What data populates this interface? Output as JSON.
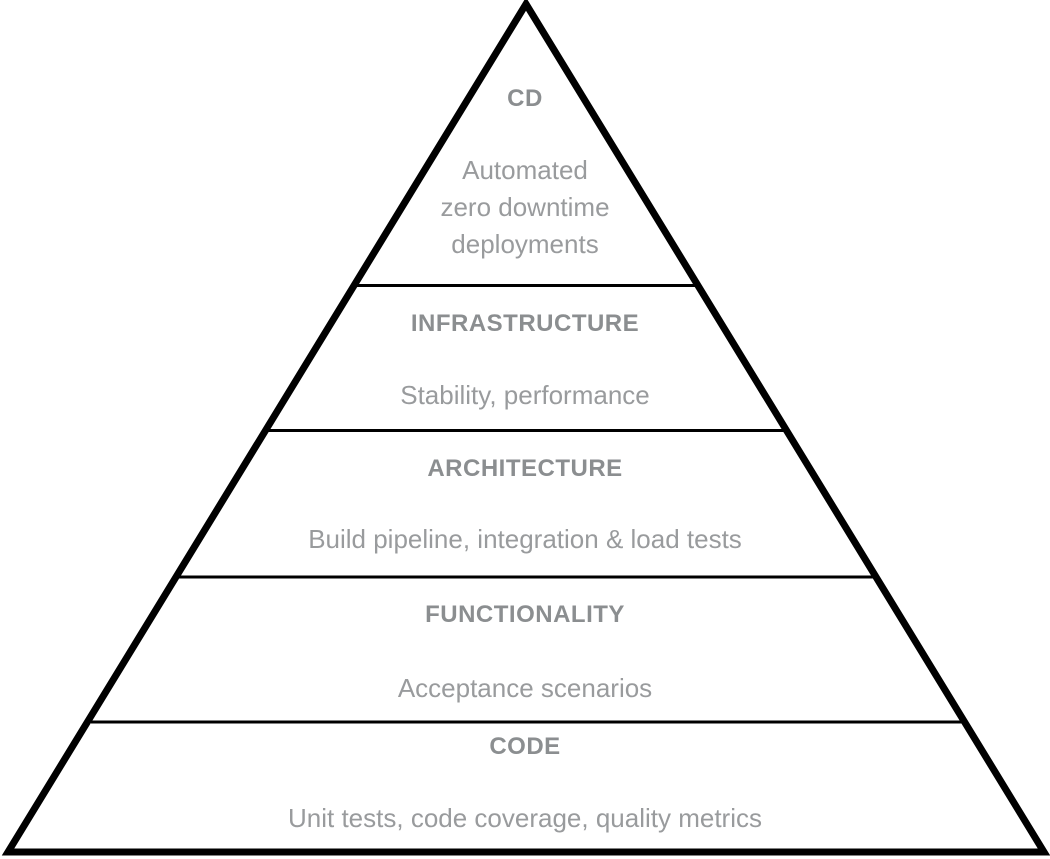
{
  "diagram": {
    "type": "pyramid",
    "levels": [
      {
        "id": "cd",
        "title": "CD",
        "subtitle": "Automated\nzero downtime\ndeployments"
      },
      {
        "id": "infrastructure",
        "title": "INFRASTRUCTURE",
        "subtitle": "Stability, performance"
      },
      {
        "id": "architecture",
        "title": "ARCHITECTURE",
        "subtitle": "Build pipeline, integration & load tests"
      },
      {
        "id": "functionality",
        "title": "FUNCTIONALITY",
        "subtitle": "Acceptance scenarios"
      },
      {
        "id": "code",
        "title": "CODE",
        "subtitle": "Unit tests, code coverage, quality metrics"
      }
    ],
    "colors": {
      "outline": "#000000",
      "divider": "#000000",
      "title_text": "#8b8e90",
      "subtitle_text": "#999b9d",
      "background": "#ffffff"
    }
  }
}
